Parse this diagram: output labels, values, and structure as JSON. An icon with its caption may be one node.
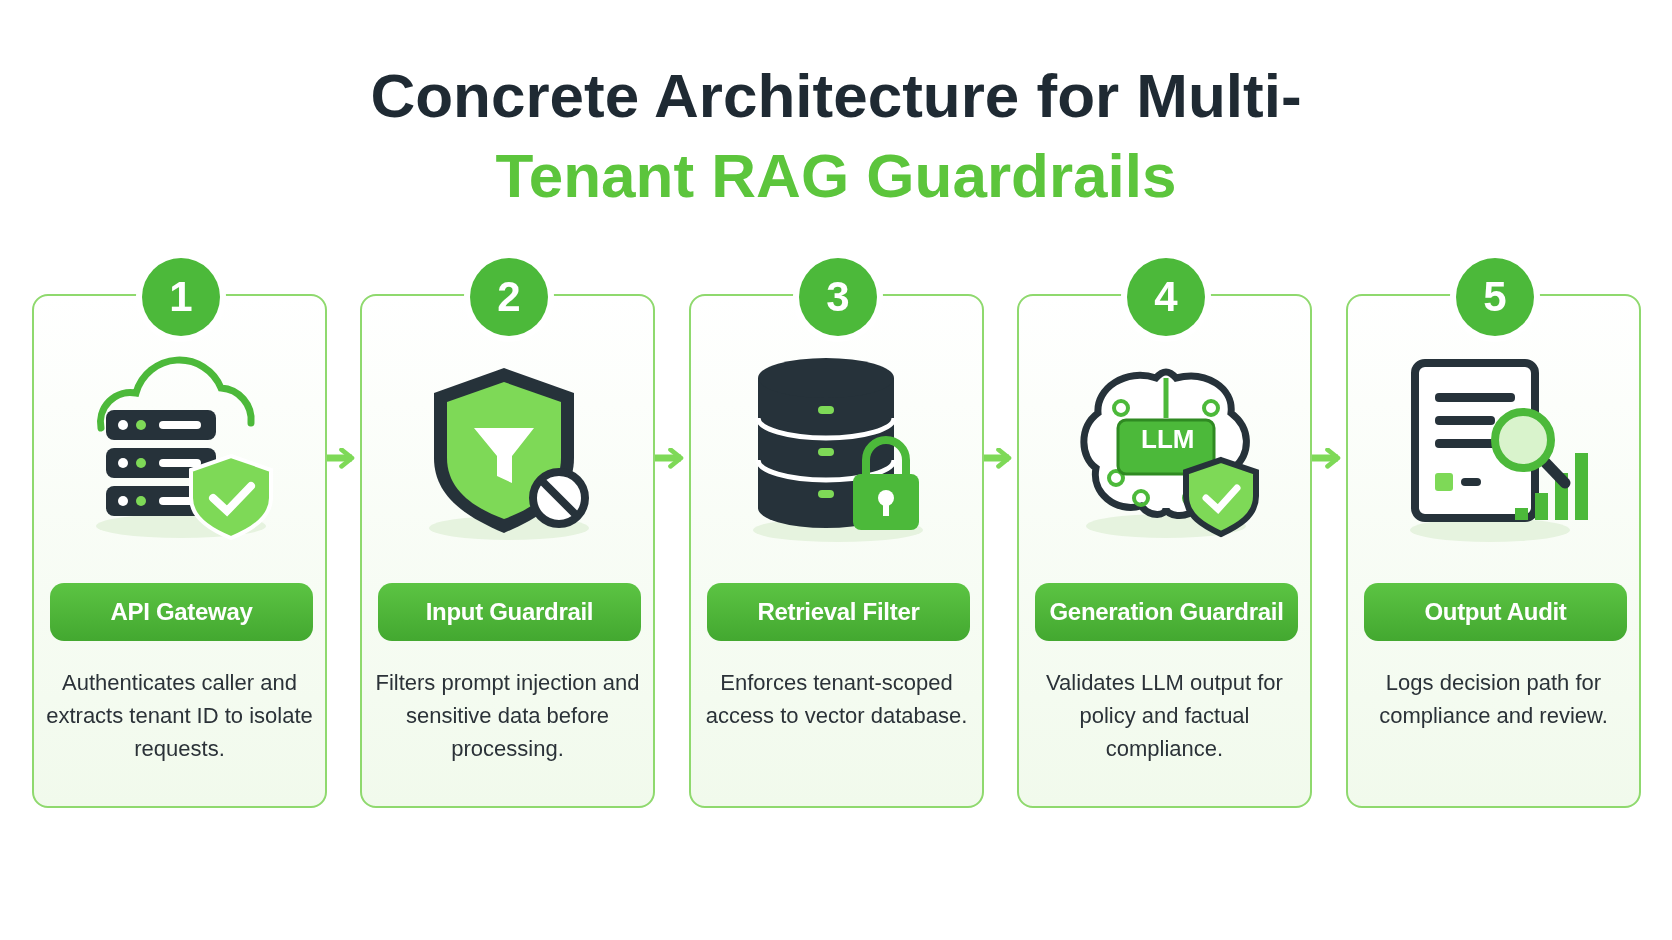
{
  "diagram": {
    "title": "Concrete Architecture for Multi-Tenant RAG Guardrails",
    "nodes": [
      {
        "text": [
          "1",
          "API Gateway",
          "Authenticates caller and extracts tenant ID to isolate requests."
        ]
      },
      {
        "text": [
          "2",
          "Input Guardrail",
          "Filters prompt injection and sensitive data before processing."
        ]
      },
      {
        "text": [
          "3",
          "Retrieval Filter",
          "Enforces tenant-scoped access to vector database."
        ]
      },
      {
        "text": [
          "4",
          "Generation Guardrail",
          "Validates LLM output for policy and factual compliance."
        ]
      },
      {
        "text": [
          "5",
          "Output Audit",
          "Logs decision path for compliance and review."
        ]
      }
    ],
    "edges": [
      {
        "from": 0,
        "to": 1,
        "arrow": "to"
      },
      {
        "from": 1,
        "to": 2,
        "arrow": "to"
      },
      {
        "from": 2,
        "to": 3,
        "arrow": "to"
      },
      {
        "from": 3,
        "to": 4,
        "arrow": "to"
      }
    ],
    "labels": [
      "LLM"
    ]
  }
}
